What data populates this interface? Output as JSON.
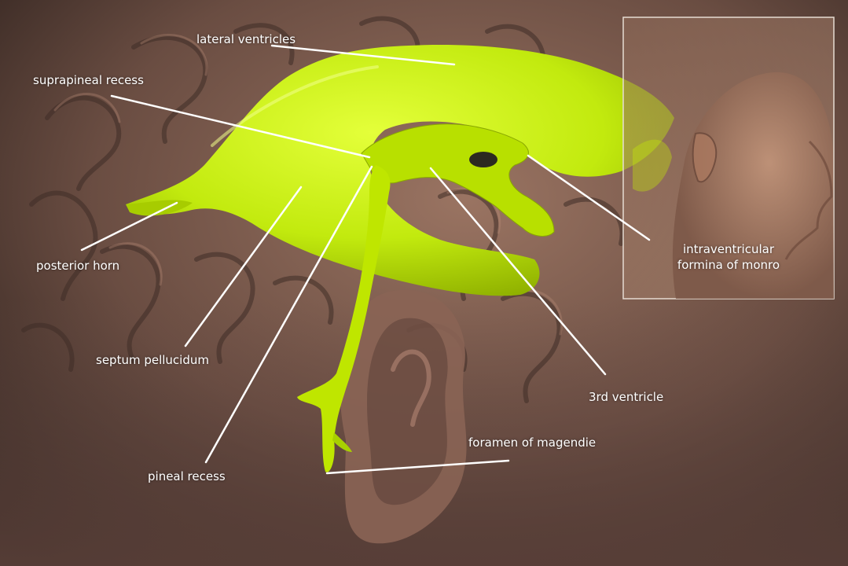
{
  "diagram": {
    "labels": {
      "lateral_ventricles": "lateral ventricles",
      "suprapineal_recess": "suprapineal recess",
      "posterior_horn": "posterior horn",
      "septum_pellucidum": "septum pellucidum",
      "pineal_recess": "pineal recess",
      "third_ventricle": "3rd ventricle",
      "foramen_of_magendie": "foramen of magendie",
      "intraventricular_line1": "intraventricular",
      "intraventricular_line2": "formina of monro"
    },
    "colors": {
      "ventricle": "#c8f000",
      "leader_line": "#ffffff",
      "label_text": "#ffffff",
      "inset_frame": "#e6dcd2"
    }
  }
}
